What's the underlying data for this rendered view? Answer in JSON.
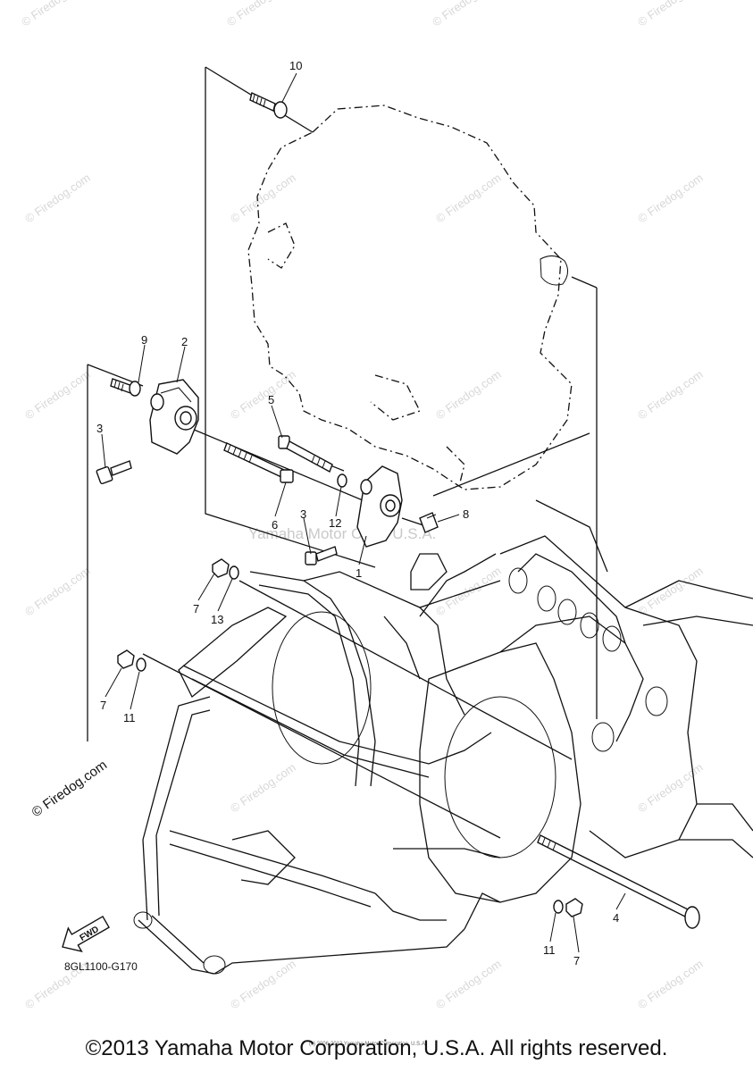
{
  "diagram": {
    "callouts": [
      {
        "id": "c10",
        "label": "10"
      },
      {
        "id": "c9",
        "label": "9"
      },
      {
        "id": "c2",
        "label": "2"
      },
      {
        "id": "c3a",
        "label": "3"
      },
      {
        "id": "c5",
        "label": "5"
      },
      {
        "id": "c6",
        "label": "6"
      },
      {
        "id": "c3b",
        "label": "3"
      },
      {
        "id": "c12",
        "label": "12"
      },
      {
        "id": "c8",
        "label": "8"
      },
      {
        "id": "c1",
        "label": "1"
      },
      {
        "id": "c7a",
        "label": "7"
      },
      {
        "id": "c13",
        "label": "13"
      },
      {
        "id": "c7b",
        "label": "7"
      },
      {
        "id": "c11a",
        "label": "11"
      },
      {
        "id": "c4",
        "label": "4"
      },
      {
        "id": "c11b",
        "label": "11"
      },
      {
        "id": "c7c",
        "label": "7"
      }
    ],
    "fwd_label": "FWD",
    "diagram_code": "8GL1100-G170",
    "center_watermark": "Yamaha Motor Corp, U.S.A.",
    "small_copyright": "(c) 2006-2013 Yamaha Motor Corporation, U.S.A.",
    "watermark_text": "© Firedog.com"
  },
  "footer": {
    "copyright": "©2013 Yamaha Motor Corporation, U.S.A. All rights reserved."
  }
}
